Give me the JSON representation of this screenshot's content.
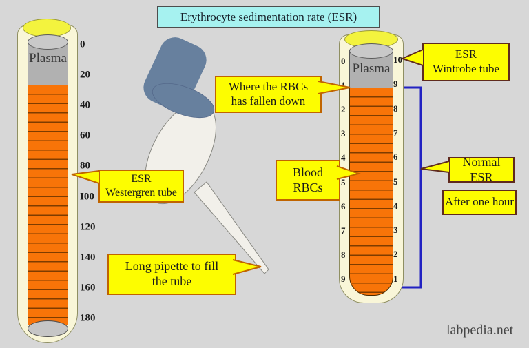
{
  "title": "Erythrocyte sedimentation rate (ESR)",
  "watermark": "labpedia.net",
  "westergren_tube": {
    "plasma_label": "Plasma",
    "scale_ticks": [
      "0",
      "20",
      "40",
      "60",
      "80",
      "I00",
      "120",
      "140",
      "160",
      "180"
    ],
    "callout": {
      "line1": "ESR",
      "line2": "Westergren tube"
    }
  },
  "wintrobe_tube": {
    "plasma_label": "Plasma",
    "left_scale_ticks": [
      "0",
      "1",
      "2",
      "3",
      "4",
      "5",
      "6",
      "7",
      "8",
      "9"
    ],
    "right_scale_ticks": [
      "10",
      "9",
      "8",
      "7",
      "6",
      "5",
      "4",
      "3",
      "2",
      "1"
    ],
    "callout": {
      "line1": "ESR",
      "line2": "Wintrobe tube"
    }
  },
  "callouts": {
    "rbc_fall": {
      "line1": "Where the  RBCs",
      "line2": "has fallen down"
    },
    "blood_rbcs": {
      "line1": "Blood",
      "line2": "RBCs"
    },
    "long_pipette": {
      "line1": "Long pipette to fill",
      "line2": "the tube"
    },
    "normal_esr": "Normal ESR",
    "after_one_hour": "After one hour"
  },
  "colors": {
    "background": "#d7d7d7",
    "title_fill": "#a6f2f0",
    "callout_fill": "#fdfd00",
    "blood_orange": "#f87408",
    "plasma_gray": "#b1b1b1",
    "tube_cream": "#f9f6d8",
    "opening_yellow": "#f3f33e",
    "bracket_blue": "#2222c2",
    "pipette_bulb": "#67809e"
  }
}
